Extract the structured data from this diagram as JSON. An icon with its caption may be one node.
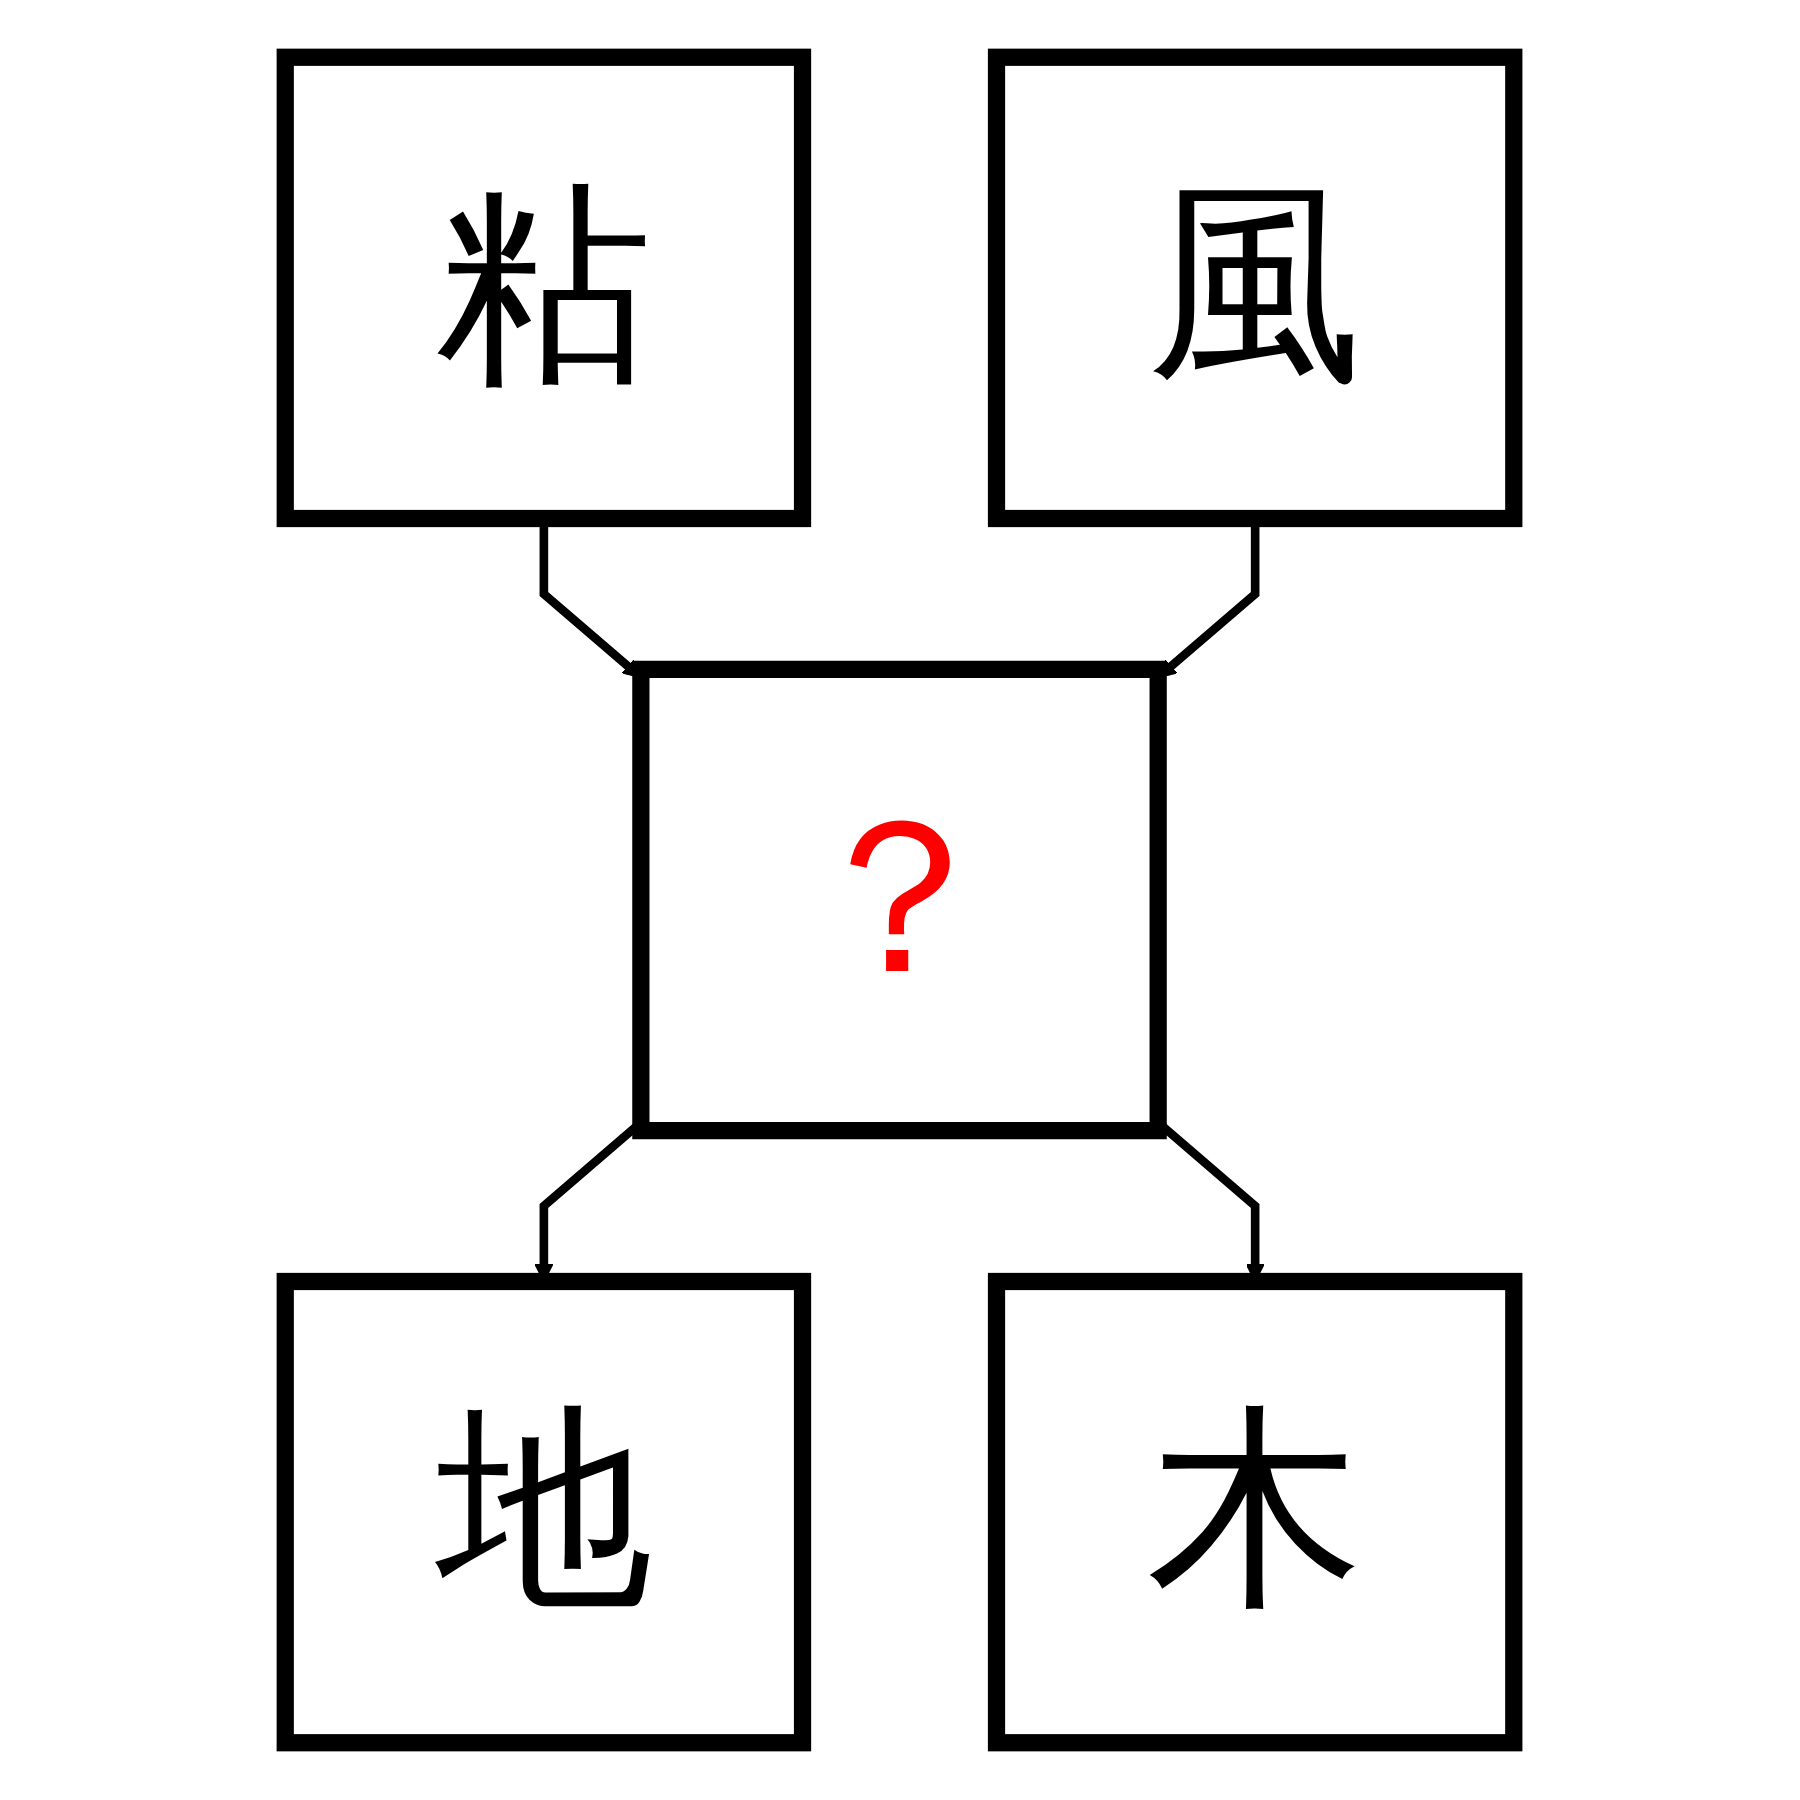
{
  "diagram": {
    "nodes": [
      {
        "text": [
          "粘"
        ]
      },
      {
        "text": [
          "風"
        ]
      },
      {
        "text": [
          "？"
        ]
      },
      {
        "text": [
          "地"
        ]
      },
      {
        "text": [
          "木"
        ]
      }
    ],
    "edges": [
      {
        "from": 0,
        "to": 2,
        "arrow": "to"
      },
      {
        "from": 1,
        "to": 2,
        "arrow": "to"
      },
      {
        "from": 2,
        "to": 3,
        "arrow": "to"
      },
      {
        "from": 2,
        "to": 4,
        "arrow": "to"
      }
    ]
  }
}
